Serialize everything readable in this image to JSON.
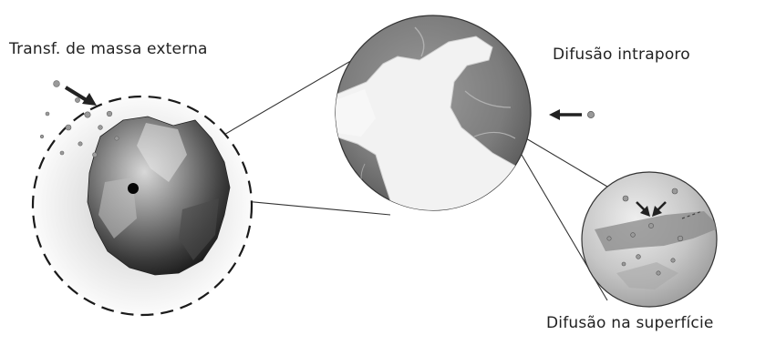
{
  "labels": {
    "external_mass_transfer": "Transf. de massa externa",
    "intrapore_diffusion": "Difusão intraporo",
    "surface_diffusion": "Difusão na superfície"
  }
}
